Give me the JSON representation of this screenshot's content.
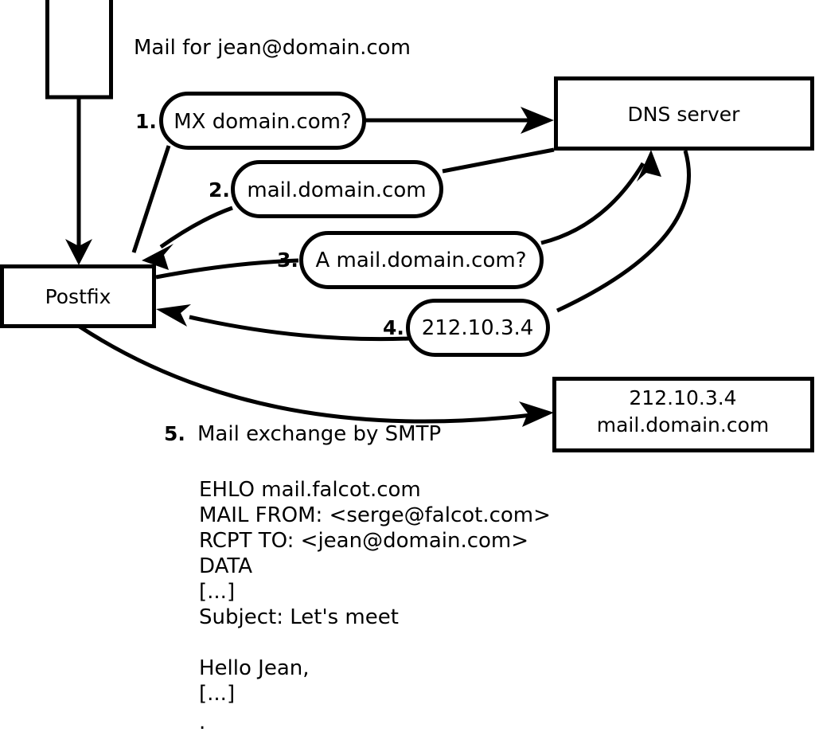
{
  "diagram": {
    "title": "Mail for jean@domain.com",
    "nodes": {
      "client_box_label": "",
      "dns_server": "DNS server",
      "postfix": "Postfix",
      "remote_server_line1": "212.10.3.4",
      "remote_server_line2": "mail.domain.com"
    },
    "steps": [
      {
        "number": "1.",
        "bubble": "MX domain.com?"
      },
      {
        "number": "2.",
        "bubble": "mail.domain.com"
      },
      {
        "number": "3.",
        "bubble": "A mail.domain.com?"
      },
      {
        "number": "4.",
        "bubble": "212.10.3.4"
      },
      {
        "number": "5.",
        "label": "Mail exchange by SMTP"
      }
    ],
    "smtp_transcript": [
      "EHLO mail.falcot.com",
      "MAIL FROM: <serge@falcot.com>",
      "RCPT TO: <jean@domain.com>",
      "DATA",
      "[...]",
      "Subject: Let's meet",
      "",
      "Hello Jean,",
      "[...]",
      "",
      "."
    ],
    "colors": {
      "stroke": "#000000",
      "fill": "#ffffff",
      "text": "#000000"
    }
  }
}
